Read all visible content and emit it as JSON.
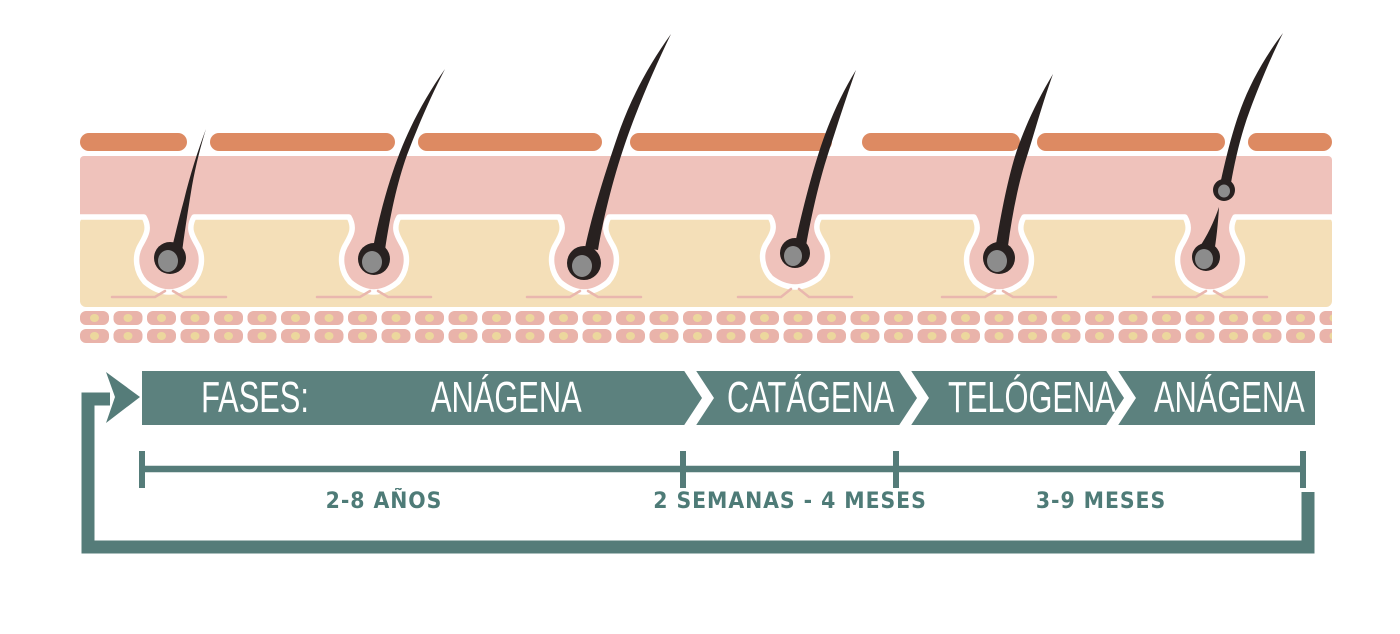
{
  "banner": {
    "prefix": "FASES:",
    "phases": [
      {
        "label": "ANÁGENA"
      },
      {
        "label": "CATÁGENA"
      },
      {
        "label": "TELÓGENA"
      },
      {
        "label": "ANÁGENA"
      }
    ]
  },
  "timeline": {
    "segments": [
      {
        "duration": "2-8 AÑOS"
      },
      {
        "duration": "2 SEMANAS - 4 MESES"
      },
      {
        "duration": "3-9 MESES"
      }
    ]
  },
  "illustration": {
    "hair_count": 6
  },
  "palette": {
    "banner_teal": "#5c817e",
    "line_teal": "#557c79",
    "duration_text_teal": "#4e7b77",
    "epidermis_coral": "#dd8a62",
    "dermis_pink": "#efc2bb",
    "hypodermis_beige": "#f4dfb8",
    "cell_pink": "#e9b3aa",
    "cell_nucleus_cream": "#ecd79d",
    "base_line_pink": "#e9b7ae",
    "hair_black": "#282120",
    "papilla_gray": "#8c8c8c",
    "background": "#ffffff"
  }
}
